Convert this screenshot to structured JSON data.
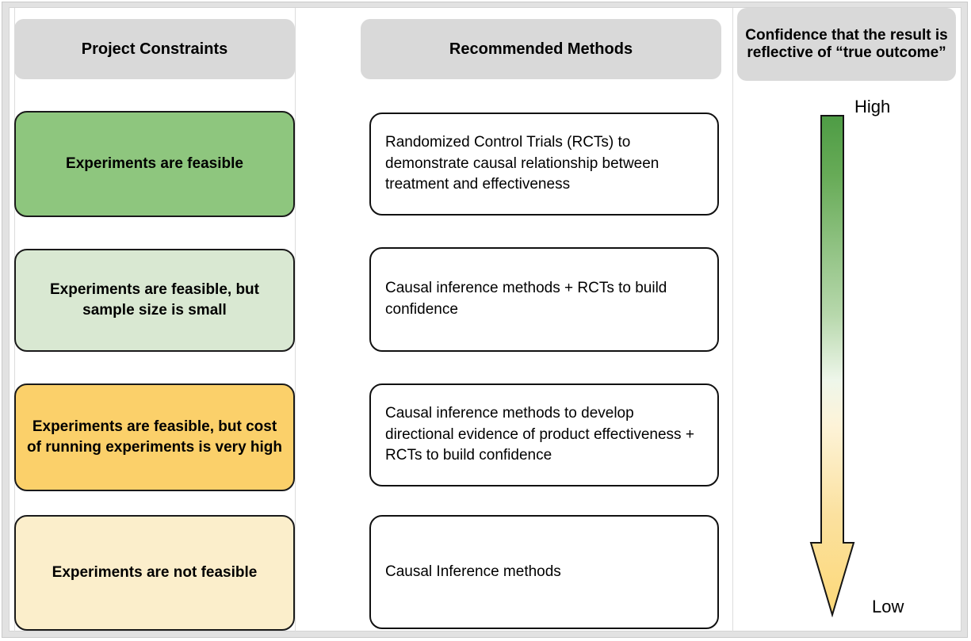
{
  "header": {
    "columns": [
      {
        "label": "Project Constraints"
      },
      {
        "label": "Recommended Methods"
      },
      {
        "label": "Confidence that the result is reflective of “true outcome”"
      }
    ]
  },
  "rows": [
    {
      "constraint": "Experiments are feasible",
      "method": "Randomized Control Trials (RCTs) to demonstrate causal relationship between treatment and effectiveness",
      "constraint_color": "#8ec67e"
    },
    {
      "constraint": "Experiments are feasible, but sample size is small",
      "method": "Causal inference methods + RCTs to build confidence",
      "constraint_color": "#d9e8d2"
    },
    {
      "constraint": "Experiments are feasible, but cost of running experiments is very high",
      "method": "Causal inference methods to develop directional evidence of product effectiveness + RCTs to build confidence",
      "constraint_color": "#fbd06a"
    },
    {
      "constraint": "Experiments are not feasible",
      "method": "Causal Inference methods",
      "constraint_color": "#fbeecb"
    }
  ],
  "confidence_scale": {
    "top_label": "High",
    "bottom_label": "Low",
    "gradient_top_color": "#4e9c45",
    "gradient_mid_color": "#f2f8ef",
    "gradient_bottom_color": "#fcd878",
    "direction": "downward-arrow"
  },
  "colors": {
    "header_background": "#d9d9d9",
    "frame_border": "#c9c9c9",
    "box_outline": "#111111",
    "page_background": "#ffffff"
  }
}
